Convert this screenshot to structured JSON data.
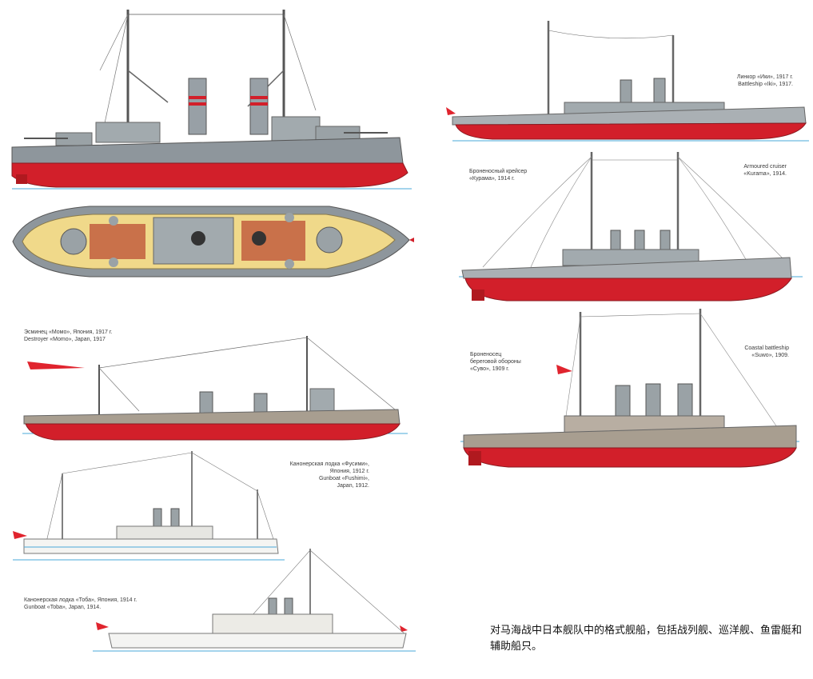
{
  "colors": {
    "hull_red": "#d21f2a",
    "hull_grey": "#8e969c",
    "hull_tan": "#a89e90",
    "deck_yellow": "#f0d98a",
    "deck_brown": "#c9714a",
    "waterline_blue": "#4aa8d8",
    "gunboat_white": "#f4f4f2",
    "flag_red": "#e0242e"
  },
  "captions": {
    "destroyer": {
      "ru": "Эсминец «Момо», Япония, 1917 г.",
      "en": "Destroyer «Momo», Japan, 1917"
    },
    "fushimi": {
      "ru1": "Канонерская лодка «Фусими»,",
      "ru2": "Япония, 1912 г.",
      "en1": "Gunboat «Fushimi»,",
      "en2": "Japan, 1912."
    },
    "toba": {
      "ru": "Канонерская лодка «Тоба», Япония, 1914 г.",
      "en": "Gunboat «Toba», Japan, 1914."
    },
    "iwami": {
      "ru": "Линкор «Ики», 1917 г.",
      "en": "Battleship «Iki», 1917."
    },
    "kurama_ru": {
      "l1": "Броненосный крейсер",
      "l2": "«Курама», 1914 г."
    },
    "kurama_en": {
      "l1": "Armoured cruiser",
      "l2": "«Kurama», 1914."
    },
    "suwo_ru": {
      "l1": "Броненосец",
      "l2": "береговой обороны",
      "l3": "«Суво», 1909 г."
    },
    "suwo_en": {
      "l1": "Coastal battleship",
      "l2": "«Suwo», 1909."
    }
  },
  "summary_text": "对马海战中日本舰队中的格式舰船，包括战列舰、巡洋舰、鱼雷艇和辅助船只。"
}
